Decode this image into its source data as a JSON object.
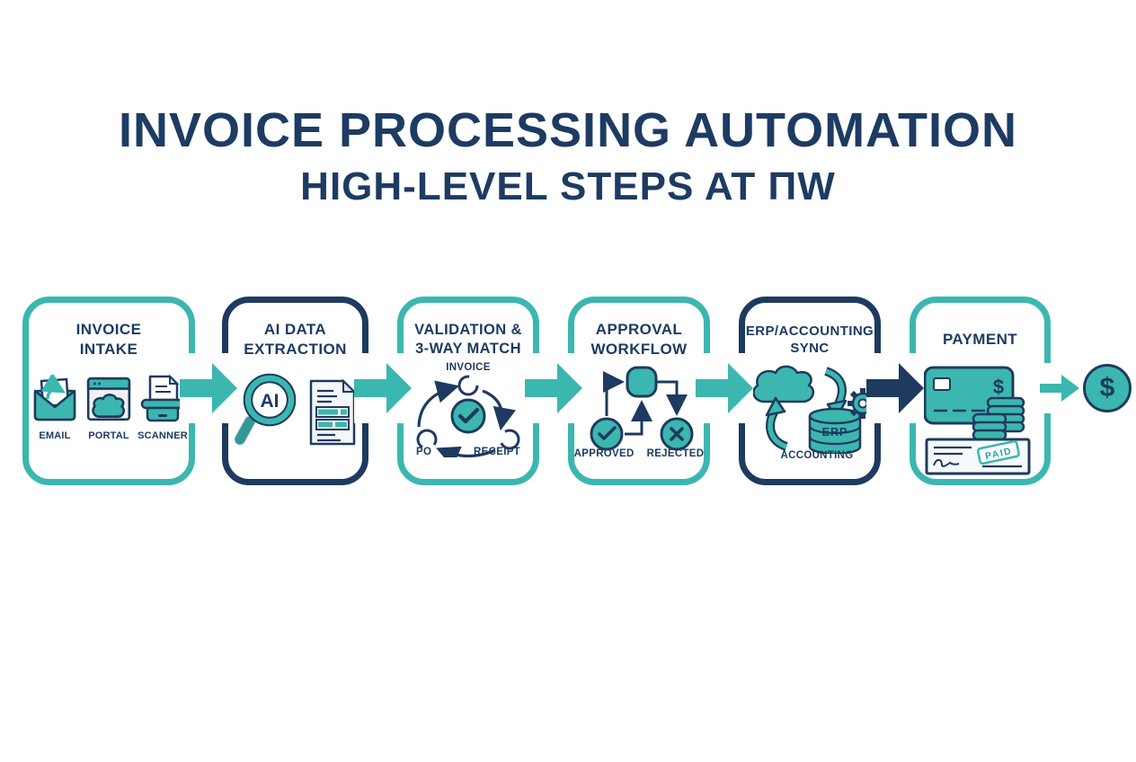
{
  "header": {
    "title": "INVOICE PROCESSING AUTOMATION",
    "subtitle": "HIGH-LEVEL STEPS AT ΠW"
  },
  "colors": {
    "navy": "#1e3a5f",
    "teal": "#3bb7af",
    "title_navy": "#1d3b63",
    "paper": "#eef2f6",
    "white": "#ffffff"
  },
  "steps": [
    {
      "line1": "INVOICE",
      "line2": "INTAKE",
      "border": "teal",
      "sources": [
        {
          "icon": "email-icon",
          "label": "EMAIL"
        },
        {
          "icon": "portal-icon",
          "label": "PORTAL"
        },
        {
          "icon": "scanner-icon",
          "label": "SCANNER"
        }
      ]
    },
    {
      "line1": "AI DATA",
      "line2": "EXTRACTION",
      "border": "navy",
      "icons": [
        "ai-magnifier-icon",
        "invoice-document-icon"
      ],
      "magnifier_text": "AI"
    },
    {
      "line1": "VALIDATION &",
      "line2": "3-WAY MATCH",
      "border": "teal",
      "icons": [
        "three-way-match-icon"
      ],
      "labels": {
        "top": "INVOICE",
        "bottom_left": "PO",
        "bottom_right": "RECEIPT"
      }
    },
    {
      "line1": "APPROVAL",
      "line2": "WORKFLOW",
      "border": "teal",
      "icons": [
        "approval-flow-icon"
      ],
      "labels": {
        "approved": "APPROVED",
        "rejected": "REJECTED"
      }
    },
    {
      "line1": "ERP/ACCOUNTING",
      "line2": "SYNC",
      "border": "navy",
      "icons": [
        "cloud-icon",
        "sync-arrows-icon",
        "erp-database-icon",
        "gear-icon"
      ],
      "db_label": "ERP",
      "caption": "ACCOUNTING"
    },
    {
      "line1": "PAYMENT",
      "line2": "",
      "border": "teal",
      "icons": [
        "credit-card-icon",
        "coins-icon",
        "check-paid-icon"
      ],
      "card_symbol": "$",
      "stamp": "PAID"
    }
  ],
  "connectors": {
    "arrow_colors": [
      "teal",
      "teal",
      "teal",
      "teal",
      "navy",
      "teal"
    ]
  },
  "result": {
    "icon": "dollar-circle-icon",
    "symbol": "$"
  }
}
